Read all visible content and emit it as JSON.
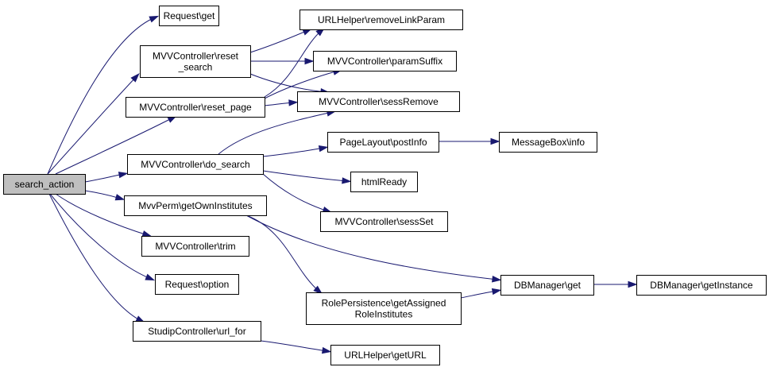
{
  "graph": {
    "edge_color": "#191970",
    "root_fill": "#bfbfbf",
    "nodes": [
      {
        "id": "search_action",
        "lines": [
          "search_action"
        ],
        "root": true
      },
      {
        "id": "request_get",
        "lines": [
          "Request\\get"
        ]
      },
      {
        "id": "reset_search",
        "lines": [
          "MVVController\\reset",
          "_search"
        ]
      },
      {
        "id": "reset_page",
        "lines": [
          "MVVController\\reset_page"
        ]
      },
      {
        "id": "do_search",
        "lines": [
          "MVVController\\do_search"
        ]
      },
      {
        "id": "get_own_institutes",
        "lines": [
          "MvvPerm\\getOwnInstitutes"
        ]
      },
      {
        "id": "trim",
        "lines": [
          "MVVController\\trim"
        ]
      },
      {
        "id": "request_option",
        "lines": [
          "Request\\option"
        ]
      },
      {
        "id": "url_for",
        "lines": [
          "StudipController\\url_for"
        ]
      },
      {
        "id": "remove_link_param",
        "lines": [
          "URLHelper\\removeLinkParam"
        ]
      },
      {
        "id": "param_suffix",
        "lines": [
          "MVVController\\paramSuffix"
        ]
      },
      {
        "id": "sess_remove",
        "lines": [
          "MVVController\\sessRemove"
        ]
      },
      {
        "id": "post_info",
        "lines": [
          "PageLayout\\postInfo"
        ]
      },
      {
        "id": "html_ready",
        "lines": [
          "htmlReady"
        ]
      },
      {
        "id": "sess_set",
        "lines": [
          "MVVController\\sessSet"
        ]
      },
      {
        "id": "get_assigned_role_institutes",
        "lines": [
          "RolePersistence\\getAssigned",
          "RoleInstitutes"
        ]
      },
      {
        "id": "get_url",
        "lines": [
          "URLHelper\\getURL"
        ]
      },
      {
        "id": "message_box_info",
        "lines": [
          "MessageBox\\info"
        ]
      },
      {
        "id": "db_get",
        "lines": [
          "DBManager\\get"
        ]
      },
      {
        "id": "db_get_instance",
        "lines": [
          "DBManager\\getInstance"
        ]
      }
    ],
    "edges": [
      {
        "from": "search_action",
        "to": "request_get"
      },
      {
        "from": "search_action",
        "to": "reset_search"
      },
      {
        "from": "search_action",
        "to": "reset_page"
      },
      {
        "from": "search_action",
        "to": "do_search"
      },
      {
        "from": "search_action",
        "to": "get_own_institutes"
      },
      {
        "from": "search_action",
        "to": "trim"
      },
      {
        "from": "search_action",
        "to": "request_option"
      },
      {
        "from": "search_action",
        "to": "url_for"
      },
      {
        "from": "reset_search",
        "to": "remove_link_param"
      },
      {
        "from": "reset_search",
        "to": "param_suffix"
      },
      {
        "from": "reset_search",
        "to": "sess_remove"
      },
      {
        "from": "reset_page",
        "to": "remove_link_param"
      },
      {
        "from": "reset_page",
        "to": "param_suffix"
      },
      {
        "from": "reset_page",
        "to": "sess_remove"
      },
      {
        "from": "do_search",
        "to": "sess_remove"
      },
      {
        "from": "do_search",
        "to": "post_info"
      },
      {
        "from": "do_search",
        "to": "html_ready"
      },
      {
        "from": "do_search",
        "to": "sess_set"
      },
      {
        "from": "post_info",
        "to": "message_box_info"
      },
      {
        "from": "get_own_institutes",
        "to": "get_assigned_role_institutes"
      },
      {
        "from": "get_own_institutes",
        "to": "db_get"
      },
      {
        "from": "get_assigned_role_institutes",
        "to": "db_get"
      },
      {
        "from": "db_get",
        "to": "db_get_instance"
      },
      {
        "from": "url_for",
        "to": "get_url"
      }
    ]
  }
}
